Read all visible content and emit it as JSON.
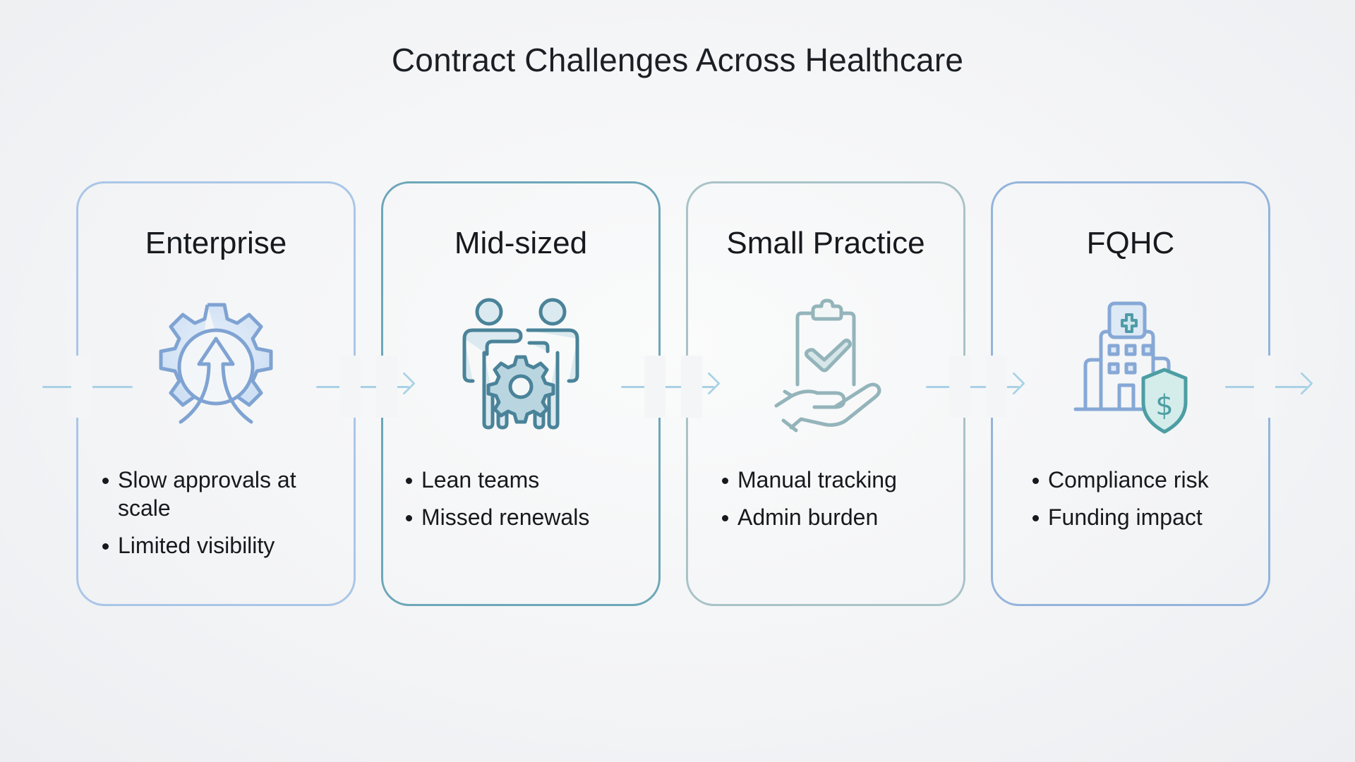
{
  "title": "Contract Challenges Across Healthcare",
  "colors": {
    "enterprise": "#a9c5e6",
    "mid_sized": "#6fa8b8",
    "small_practice": "#a9c2c6",
    "fqhc": "#93b3dc",
    "arrow": "#a9d1e6",
    "text": "#16191d"
  },
  "cards": [
    {
      "title": "Enterprise",
      "icon": "gear-arrow-up-icon",
      "bullets": [
        "Slow approvals at scale",
        "Limited visibility"
      ]
    },
    {
      "title": "Mid-sized",
      "icon": "team-gear-icon",
      "bullets": [
        "Lean teams",
        "Missed renewals"
      ]
    },
    {
      "title": "Small Practice",
      "icon": "clipboard-hand-icon",
      "bullets": [
        "Manual tracking",
        "Admin burden"
      ]
    },
    {
      "title": "FQHC",
      "icon": "hospital-shield-dollar-icon",
      "bullets": [
        "Compliance risk",
        "Funding impact"
      ]
    }
  ]
}
